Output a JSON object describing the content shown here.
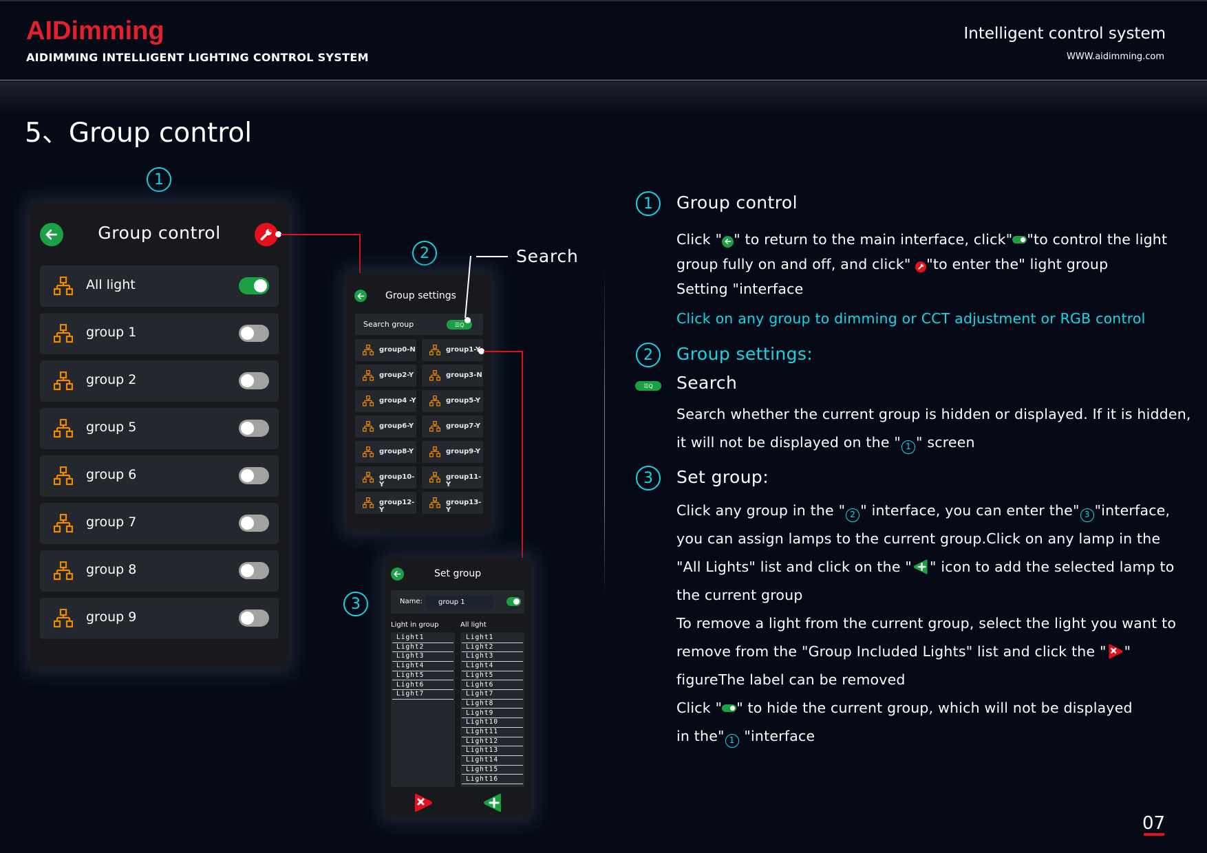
{
  "header": {
    "logo": "AIDimming",
    "brand_subtitle": "AIDIMMING INTELLIGENT LIGHTING CONTROL SYSTEM",
    "right_title": "Intelligent control system",
    "right_url": "WWW.aidimming.com"
  },
  "page_title": "5、Group control",
  "markers": {
    "one": "1",
    "two": "2",
    "three": "3"
  },
  "colors": {
    "accent_red": "#e3101e",
    "accent_cyan": "#16d6e4",
    "toggle_on": "#1ca046",
    "icon_orange": "#f08a00"
  },
  "screen1": {
    "title": "Group control",
    "rows": [
      {
        "label": "All light",
        "on": true
      },
      {
        "label": "group 1",
        "on": false
      },
      {
        "label": "group 2",
        "on": false
      },
      {
        "label": "group 5",
        "on": false
      },
      {
        "label": "group 6",
        "on": false
      },
      {
        "label": "group 7",
        "on": false
      },
      {
        "label": "group 8",
        "on": false
      },
      {
        "label": "group 9",
        "on": false
      }
    ]
  },
  "screen2": {
    "title": "Group settings",
    "search_label": "Search group",
    "search_icon_text": "☰Q",
    "callout": "Search",
    "groups": [
      "group0-N",
      "group1-Y",
      "group2-Y",
      "group3-N",
      "group4 -Y",
      "group5-Y",
      "group6-Y",
      "group7-Y",
      "group8-Y",
      "group9-Y",
      "group10-Y",
      "group11-Y",
      "group12-Y",
      "group13-Y"
    ]
  },
  "screen3": {
    "title": "Set group",
    "name_label": "Name:",
    "name_value": "group 1",
    "hide_toggle_on": true,
    "light_in_group_label": "Light in group",
    "all_light_label": "All light",
    "light_in_group": [
      "Light1",
      "Light2",
      "Light3",
      "Light4",
      "Light5",
      "Light6",
      "Light7"
    ],
    "all_light": [
      "Light1",
      "Light2",
      "Light3",
      "Light4",
      "Light5",
      "Light6",
      "Light7",
      "Light8",
      "Light9",
      "Light10",
      "Light11",
      "Light12",
      "Light13",
      "Light14",
      "Light15",
      "Light16"
    ]
  },
  "description": {
    "s1_title": "Group control",
    "s1_p1_a": "Click \"",
    "s1_p1_b": "\" to return to the main interface, click\"",
    "s1_p1_c": "\"to control the light",
    "s1_p2_a": "group fully on and off, and click\" ",
    "s1_p2_b": "\"to enter the\" light group",
    "s1_p3": "Setting \"interface",
    "s1_cyan": "Click on any group to dimming or CCT adjustment or RGB control",
    "s2_title": "Group settings:",
    "s2_sub": "Search",
    "s2_p1": "Search whether the current group is hidden or displayed. If it is hidden,",
    "s2_p2_a": "it will not be displayed on the \"",
    "s2_p2_b": "\" screen",
    "s3_title": "Set group:",
    "s3_l1_a": "Click any group in the \"",
    "s3_l1_b": "\" interface, you can enter the\"",
    "s3_l1_c": "\"interface,",
    "s3_l2": "you can assign lamps to the current group.Click on any lamp in the",
    "s3_l3_a": "\"All Lights\" list and click on the \"",
    "s3_l3_b": "\" icon to add the selected lamp to",
    "s3_l4": "the current group",
    "s3_l5": "To remove a light from the current group, select the light you want to",
    "s3_l6_a": "remove from the \"Group Included Lights\" list and click the \"",
    "s3_l6_b": "\"",
    "s3_l7": "figureThe label can be removed",
    "s3_l8_a": "Click \"",
    "s3_l8_b": "\" to hide the current group, which will not be displayed",
    "s3_l9_a": "in the\"",
    "s3_l9_b": " \"interface"
  },
  "page_number": "07"
}
